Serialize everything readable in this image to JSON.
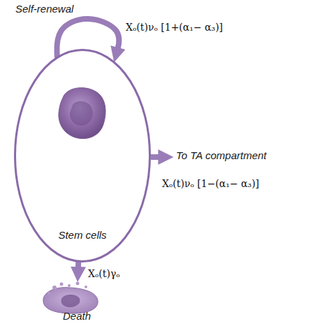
{
  "diagram": {
    "nodes": [
      {
        "text": [
          "Stem cells"
        ]
      },
      {
        "text": [
          "Death"
        ]
      }
    ],
    "edges": [
      {
        "from": 0,
        "to": 0,
        "arrow": "to",
        "label": "Xₒ(t)νₒ [1+(α₁− α₃)]"
      },
      {
        "from": 0,
        "to": 1,
        "arrow": "to",
        "label": "Xₒ(t)γₒ"
      }
    ],
    "labels": [
      "Self-renewal",
      "To TA compartment",
      "Xₒ(t)νₒ [1−(α₁− α₃)]"
    ]
  }
}
